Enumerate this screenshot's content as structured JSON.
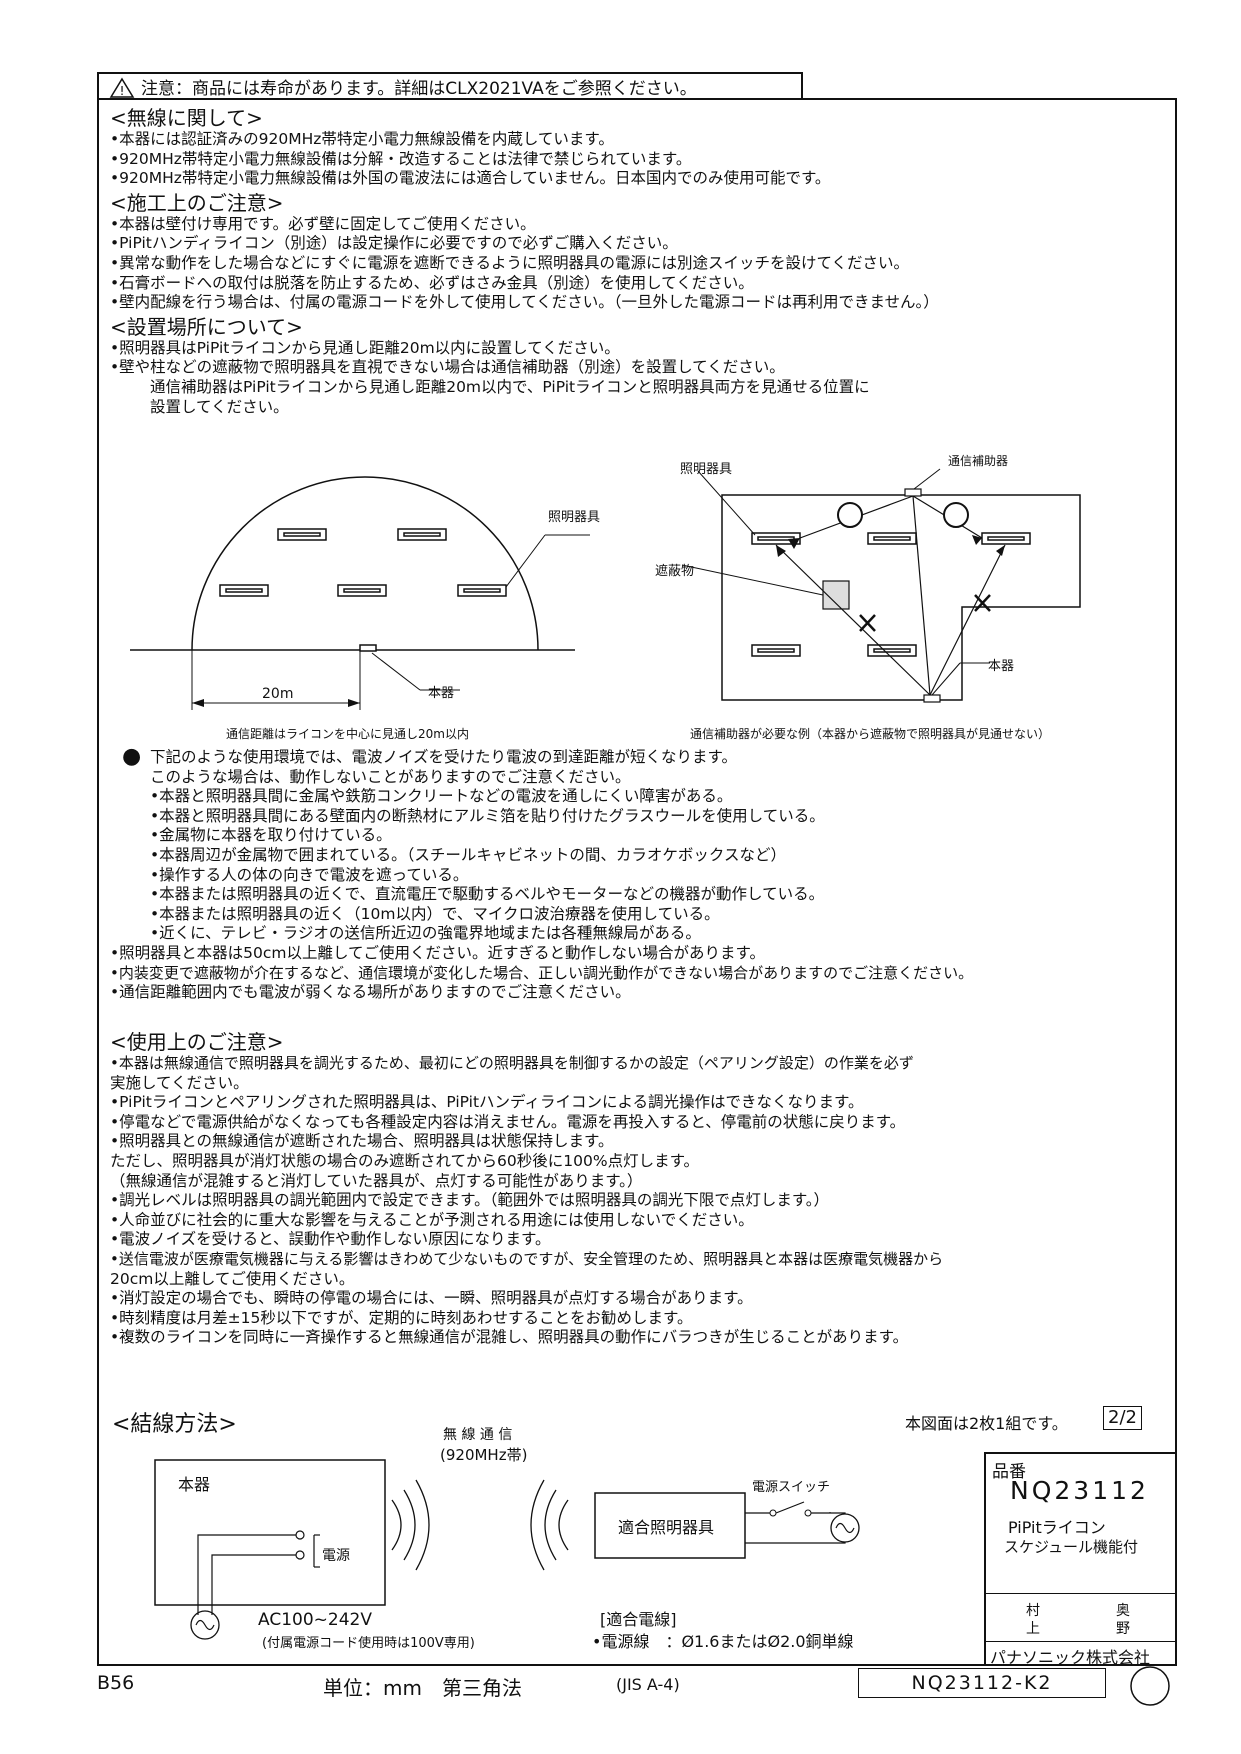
{
  "caution_top": "注意：商品には寿命があります。詳細はCLX2021VAをご参照ください。",
  "sections": {
    "wireless": {
      "heading": "<無線に関して>",
      "items": [
        "•本器には認証済みの920MHz帯特定小電力無線設備を内蔵しています。",
        "•920MHz帯特定小電力無線設備は分解・改造することは法律で禁じられています。",
        "•920MHz帯特定小電力無線設備は外国の電波法には適合していません。日本国内でのみ使用可能です。"
      ]
    },
    "install": {
      "heading": "<施工上のご注意>",
      "items": [
        "•本器は壁付け専用です。必ず壁に固定してご使用ください。",
        "•PiPitハンディライコン（別途）は設定操作に必要ですので必ずご購入ください。",
        "•異常な動作をした場合などにすぐに電源を遮断できるように照明器具の電源には別途スイッチを設けてください。",
        "•石膏ボードへの取付は脱落を防止するため、必ずはさみ金具（別途）を使用してください。",
        "•壁内配線を行う場合は、付属の電源コードを外して使用してください。（一旦外した電源コードは再利用できません。）"
      ]
    },
    "location": {
      "heading": "<設置場所について>",
      "items": [
        "•照明器具はPiPitライコンから見通し距離20m以内に設置してください。",
        "•壁や柱などの遮蔽物で照明器具を直視できない場合は通信補助器（別途）を設置してください。"
      ],
      "sub": [
        "通信補助器はPiPitライコンから見通し距離20m以内で、PiPitライコンと照明器具両方を見通せる位置に",
        "設置してください。"
      ]
    }
  },
  "diagram_left": {
    "label_fixture": "照明器具",
    "label_device": "本器",
    "label_distance": "20m",
    "caption": "通信距離はライコンを中心に見通し20m以内"
  },
  "diagram_right": {
    "label_fixture": "照明器具",
    "label_repeater": "通信補助器",
    "label_obstacle": "遮蔽物",
    "label_device": "本器",
    "caption": "通信補助器が必要な例（本器から遮蔽物で照明器具が見通せない）"
  },
  "environment": {
    "lead": [
      "下記のような使用環境では、電波ノイズを受けたり電波の到達距離が短くなります。",
      "このような場合は、動作しないことがありますのでご注意ください。"
    ],
    "sub_items": [
      "•本器と照明器具間に金属や鉄筋コンクリートなどの電波を通しにくい障害がある。",
      "•本器と照明器具間にある壁面内の断熱材にアルミ箔を貼り付けたグラスウールを使用している。",
      "•金属物に本器を取り付けている。",
      "•本器周辺が金属物で囲まれている。（スチールキャビネットの間、カラオケボックスなど）",
      "•操作する人の体の向きで電波を遮っている。",
      "•本器または照明器具の近くで、直流電圧で駆動するベルやモーターなどの機器が動作している。",
      "•本器または照明器具の近く（10m以内）で、マイクロ波治療器を使用している。",
      "•近くに、テレビ・ラジオの送信所近辺の強電界地域または各種無線局がある。"
    ],
    "items": [
      "•照明器具と本器は50cm以上離してご使用ください。近すぎると動作しない場合があります。",
      "•内装変更で遮蔽物が介在するなど、通信環境が変化した場合、正しい調光動作ができない場合がありますのでご注意ください。",
      "•通信距離範囲内でも電波が弱くなる場所がありますのでご注意ください。"
    ]
  },
  "usage": {
    "heading": "<使用上のご注意>",
    "lines": [
      "•本器は無線通信で照明器具を調光するため、最初にどの照明器具を制御するかの設定（ペアリング設定）の作業を必ず",
      " 実施してください。",
      "•PiPitライコンとペアリングされた照明器具は、PiPitハンディライコンによる調光操作はできなくなります。",
      "•停電などで電源供給がなくなっても各種設定内容は消えません。電源を再投入すると、停電前の状態に戻ります。",
      "•照明器具との無線通信が遮断された場合、照明器具は状態保持します。",
      " ただし、照明器具が消灯状態の場合のみ遮断されてから60秒後に100%点灯します。",
      " （無線通信が混雑すると消灯していた器具が、点灯する可能性があります。）",
      "•調光レベルは照明器具の調光範囲内で設定できます。（範囲外では照明器具の調光下限で点灯します。）",
      "•人命並びに社会的に重大な影響を与えることが予測される用途には使用しないでください。",
      "•電波ノイズを受けると、誤動作や動作しない原因になります。",
      "•送信電波が医療電気機器に与える影響はきわめて少ないものですが、安全管理のため、照明器具と本器は医療電気機器から",
      " 20cm以上離してご使用ください。",
      "•消灯設定の場合でも、瞬時の停電の場合には、一瞬、照明器具が点灯する場合があります。",
      "•時刻精度は月差±15秒以下ですが、定期的に時刻あわせすることをお勧めします。",
      "•複数のライコンを同時に一斉操作すると無線通信が混雑し、照明器具の動作にバラつきが生じることがあります。"
    ]
  },
  "wiring": {
    "heading": "<結線方法>",
    "sheet_note": "本図面は2枚1組です。",
    "sheet_no": "2/2",
    "wireless_label": "無 線 通 信",
    "band_label": "(920MHz帯)",
    "device_label": "本器",
    "power_label": "電源",
    "ac_label": "AC100~242V",
    "ac_note": "(付属電源コード使用時は100V専用)",
    "fixture_label": "適合照明器具",
    "switch_label": "電源スイッチ",
    "wire_heading": "[適合電線]",
    "wire_spec": "•電源線　：Ø1.6またはØ2.0銅単線"
  },
  "title_block": {
    "part_label": "品番",
    "part_no": "NQ23112",
    "product_line1": "PiPitライコン",
    "product_line2": "スケジュール機能付",
    "name1a": "村",
    "name1b": "上",
    "name2a": "奥",
    "name2b": "野",
    "company": "パナソニック株式会社"
  },
  "footer": {
    "size_code": "B56",
    "units": "単位：mm　第三角法",
    "paper": "(JIS A-4)",
    "drawing_no": "NQ23112-K2"
  }
}
